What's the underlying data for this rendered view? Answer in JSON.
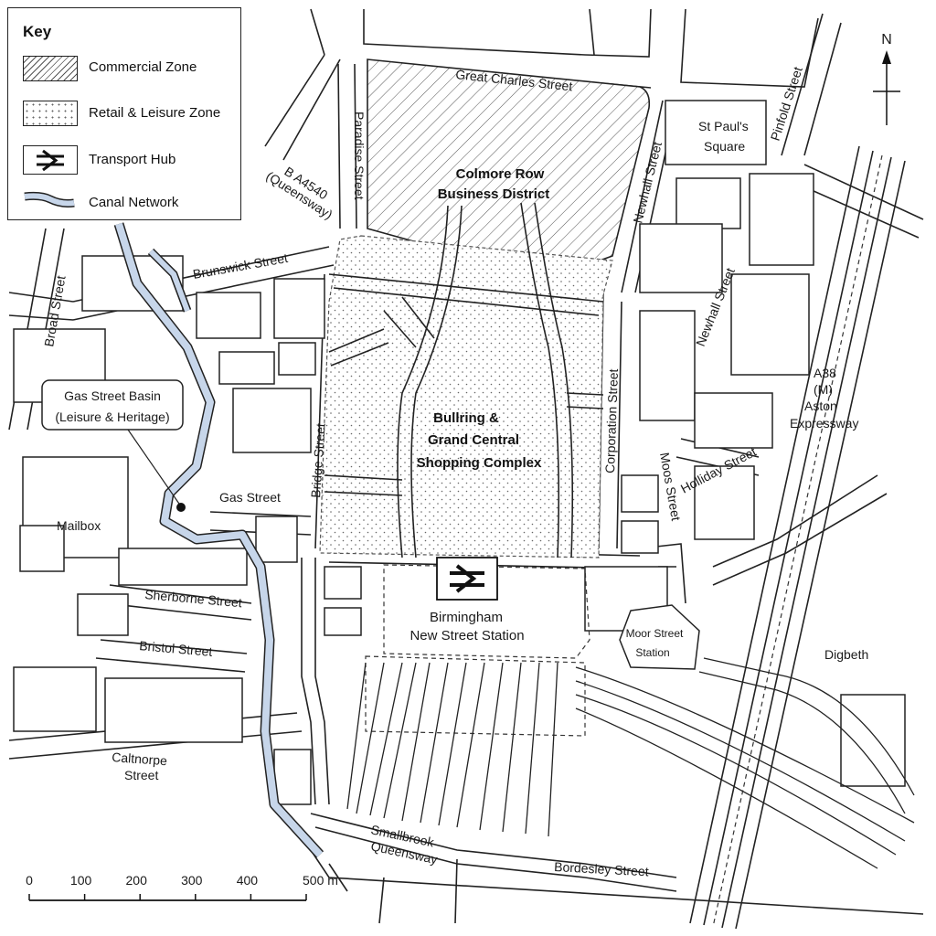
{
  "key": {
    "title": "Key",
    "commercial": "Commercial Zone",
    "retail": "Retail & Leisure Zone",
    "transport": "Transport Hub",
    "canal": "Canal Network"
  },
  "north": "N",
  "districts": {
    "colmore_1": "Colmore Row",
    "colmore_2": "Business District",
    "bullring_1": "Bullring &",
    "bullring_2": "Grand Central",
    "bullring_3": "Shopping Complex"
  },
  "station": {
    "name_1": "Birmingham",
    "name_2": "New Street Station",
    "moor_1": "Moor Street",
    "moor_2": "Station"
  },
  "places": {
    "st_pauls_1": "St Paul's",
    "st_pauls_2": "Square",
    "gas_basin_1": "Gas Street Basin",
    "gas_basin_2": "(Leisure & Heritage)",
    "mailbox": "Mailbox",
    "digbeth": "Digbeth",
    "a38_1": "A38",
    "a38_2": "(M)",
    "a38_3": "Aston",
    "a38_4": "Expressway"
  },
  "streets": {
    "great_charles": "Great Charles Street",
    "pinfold": "Pinfold Street",
    "paradise": "Paradise Street",
    "newhall": "Newhall Street",
    "newhall_2": "Newhall Street",
    "b4540_1": "B A4540",
    "b4540_2": "(Queensway)",
    "brunswick": "Brunswick Street",
    "broad": "Broad Street",
    "bridge": "Bridge Street",
    "corporation": "Corporation Street",
    "gas": "Gas Street",
    "moos": "Moos Street",
    "holliday": "Holliday Street",
    "sherborne": "Sherborne Street",
    "bristol": "Bristol Street",
    "calthorpe_1": "Caltnorpe",
    "calthorpe_2": "Street",
    "smallbrook_1": "Smallbrook",
    "smallbrook_2": "Queensway",
    "bordesley": "Bordesley Street"
  },
  "scale": {
    "ticks": [
      "0",
      "100",
      "200",
      "300",
      "400",
      "500 m"
    ]
  }
}
